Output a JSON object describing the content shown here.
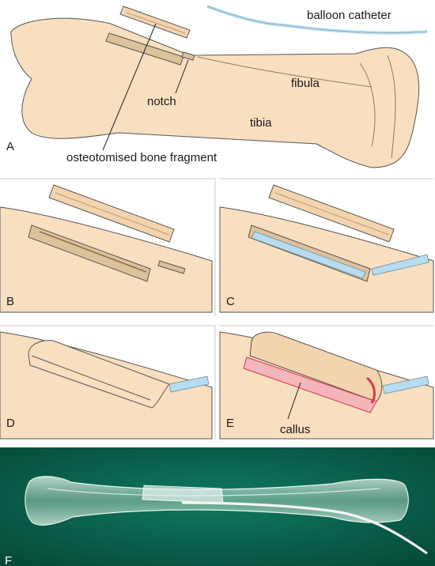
{
  "panels": {
    "A": {
      "letter": "A",
      "labels": {
        "balloon_catheter": "balloon catheter",
        "fibula": "fibula",
        "notch": "notch",
        "tibia": "tibia",
        "osteotomised_bone_fragment": "osteotomised bone fragment"
      }
    },
    "B": {
      "letter": "B"
    },
    "C": {
      "letter": "C"
    },
    "D": {
      "letter": "D"
    },
    "E": {
      "letter": "E",
      "labels": {
        "callus": "callus"
      }
    },
    "F": {
      "letter": "F"
    }
  },
  "colors": {
    "bone": "#f8dfbf",
    "bone_groove": "#dcc29a",
    "outline": "#555555",
    "catheter": "#b8dcef",
    "callus": "#f4b5bb",
    "callus_edge": "#d33a4a",
    "photo_bg": "#0a6a52",
    "panel_bg": "#ffffff"
  }
}
